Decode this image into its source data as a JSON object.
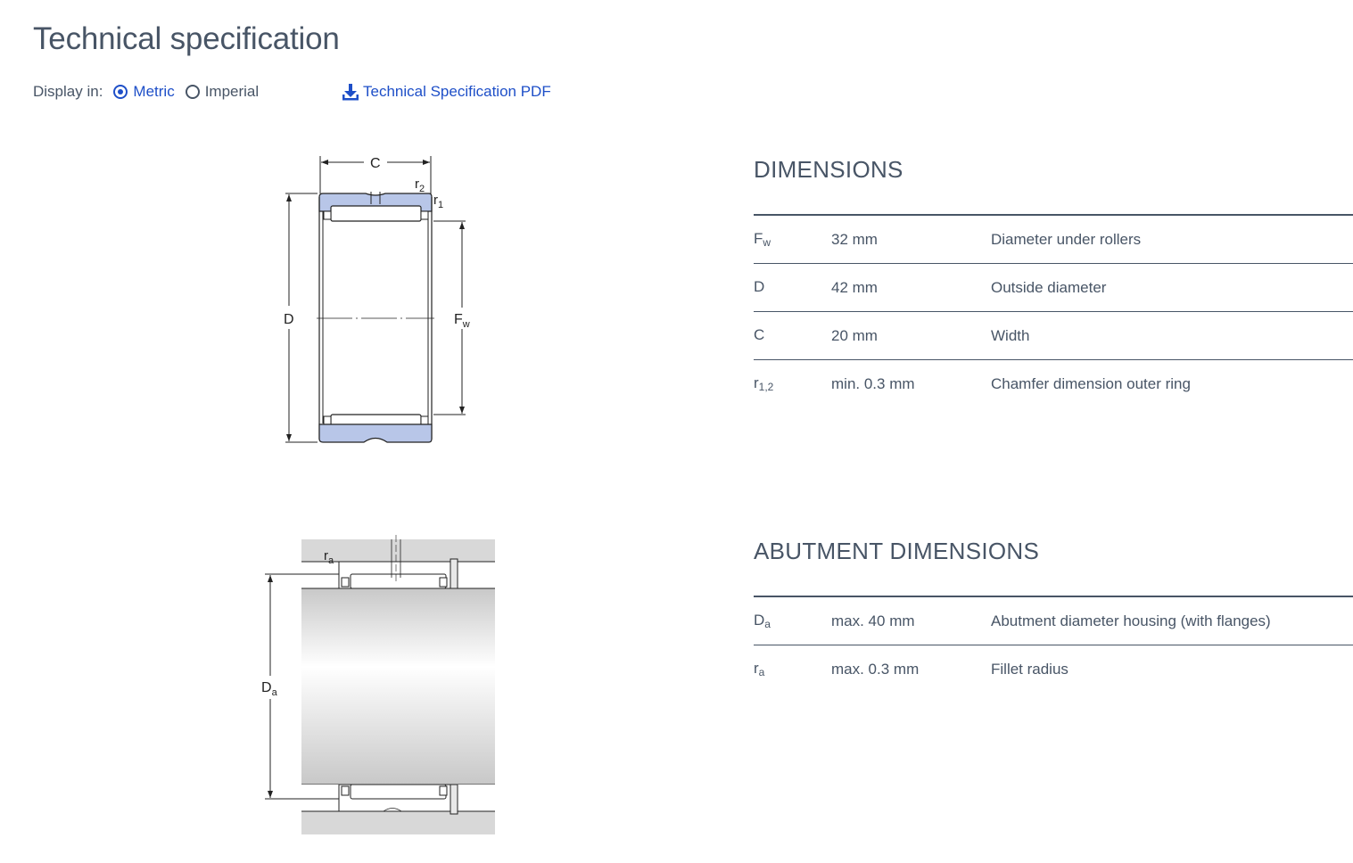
{
  "page": {
    "title": "Technical specification"
  },
  "display": {
    "label": "Display in:",
    "options": [
      {
        "label": "Metric",
        "selected": true
      },
      {
        "label": "Imperial",
        "selected": false
      }
    ]
  },
  "pdf_link": {
    "label": "Technical Specification PDF",
    "icon": "download-icon"
  },
  "drawing1": {
    "labels": {
      "C": "C",
      "r2": "r",
      "r2_sub": "2",
      "r1": "r",
      "r1_sub": "1",
      "D": "D",
      "Fw": "F",
      "Fw_sub": "w"
    }
  },
  "drawing2": {
    "labels": {
      "ra": "r",
      "ra_sub": "a",
      "Da": "D",
      "Da_sub": "a"
    }
  },
  "dimensions": {
    "title": "DIMENSIONS",
    "rows": [
      {
        "symbol": "F",
        "sub": "w",
        "value": "32 mm",
        "description": "Diameter under rollers"
      },
      {
        "symbol": "D",
        "sub": "",
        "value": "42 mm",
        "description": "Outside diameter"
      },
      {
        "symbol": "C",
        "sub": "",
        "value": "20 mm",
        "description": "Width"
      },
      {
        "symbol": "r",
        "sub": "1,2",
        "value": "min. 0.3 mm",
        "description": "Chamfer dimension outer ring"
      }
    ]
  },
  "abutment": {
    "title": "ABUTMENT DIMENSIONS",
    "rows": [
      {
        "symbol": "D",
        "sub": "a",
        "value": "max. 40 mm",
        "description": "Abutment diameter housing (with flanges)"
      },
      {
        "symbol": "r",
        "sub": "a",
        "value": "max. 0.3 mm",
        "description": "Fillet radius"
      }
    ]
  },
  "colors": {
    "text": "#485566",
    "link": "#1e4fc8",
    "ring_fill": "#b8c6e8"
  }
}
